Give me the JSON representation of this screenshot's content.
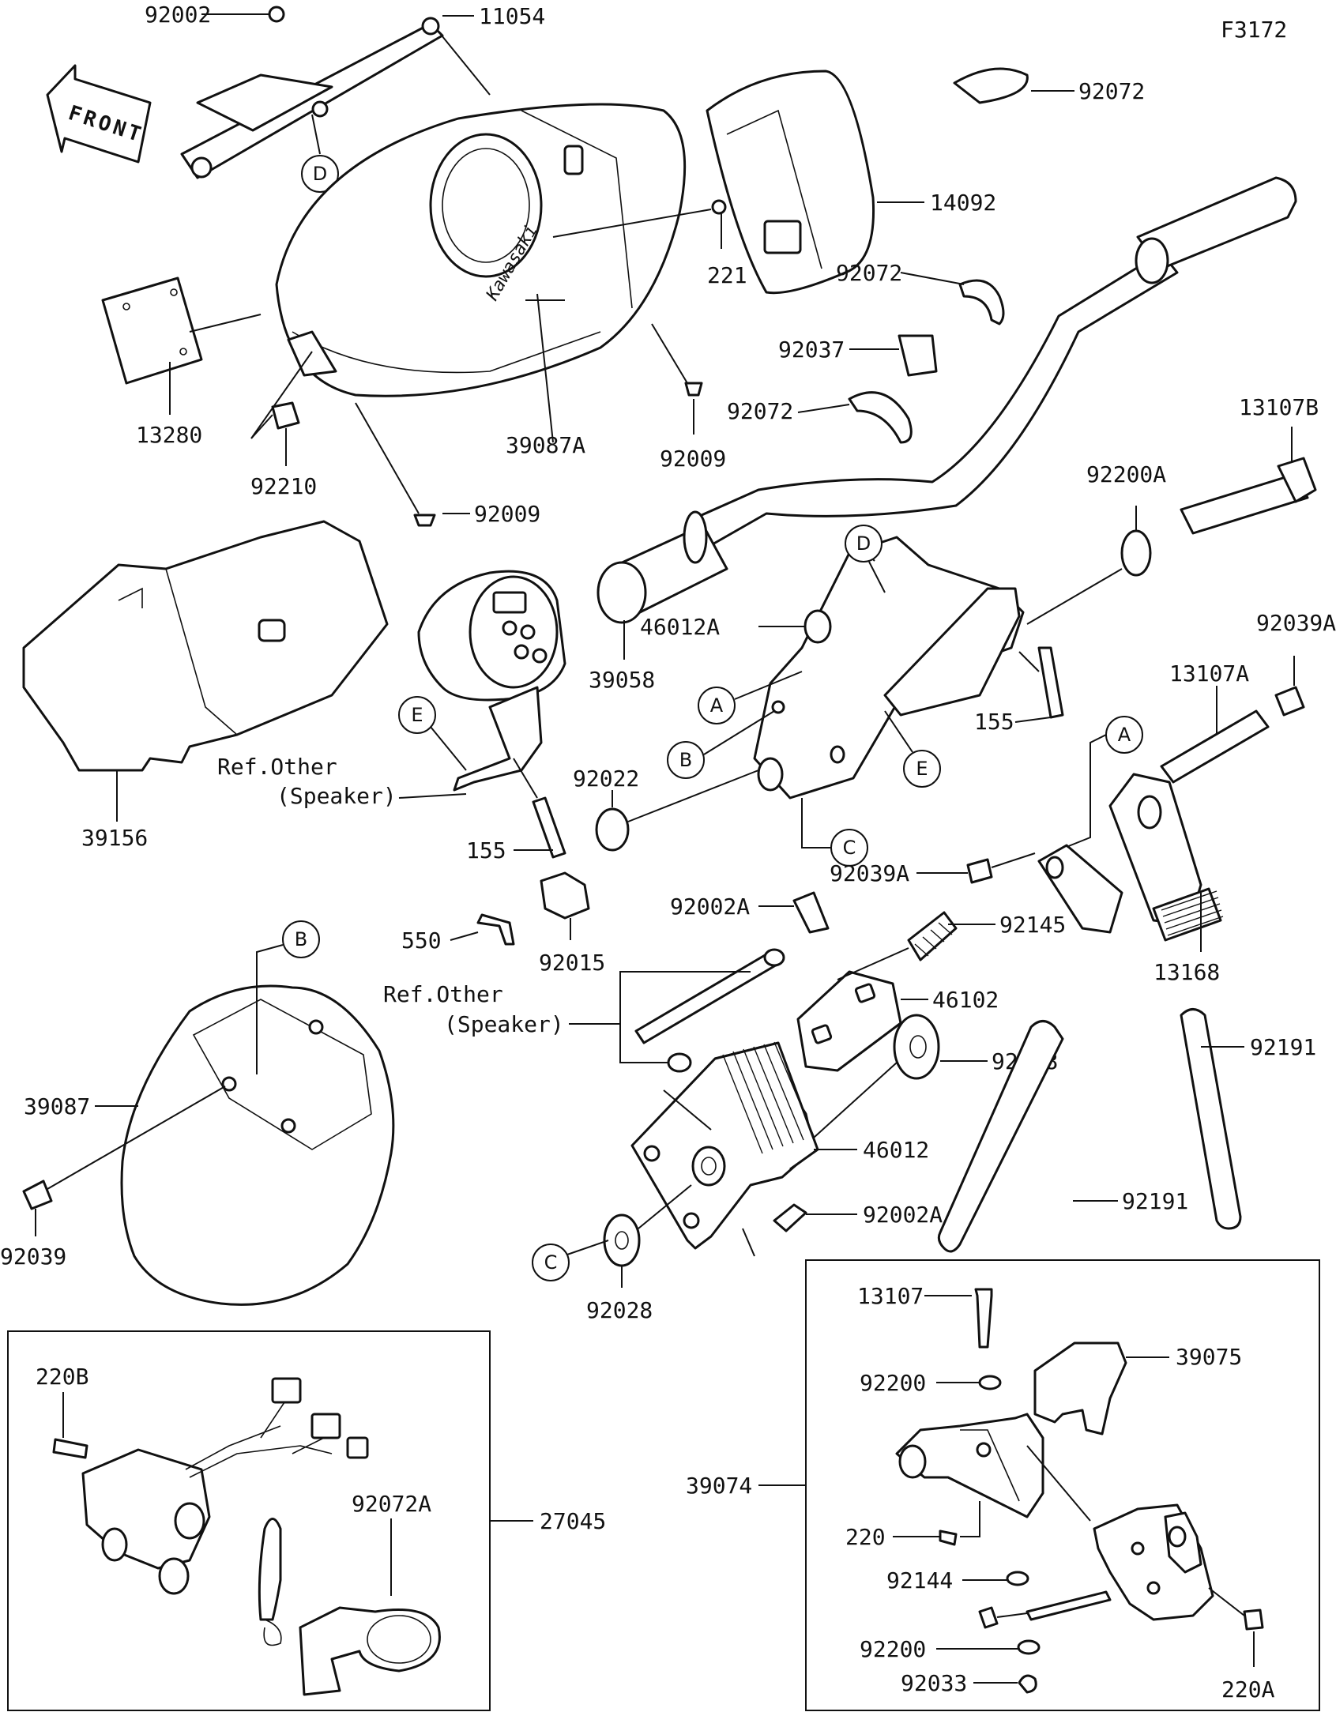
{
  "figure_code": "F3172",
  "front_label": "FRONT",
  "parts": {
    "p92002": "92002",
    "p11054": "11054",
    "p92072_top": "92072",
    "p14092": "14092",
    "p221": "221",
    "p92072_mid": "92072",
    "p92037": "92037",
    "p13280": "13280",
    "p92072_low": "92072",
    "p13107B": "13107B",
    "p39087A": "39087A",
    "p92009_a": "92009",
    "p92210": "92210",
    "p92009_b": "92009",
    "p92200A": "92200A",
    "p46012A": "46012A",
    "p39058": "39058",
    "p92039A_top": "92039A",
    "p13107A": "13107A",
    "p155_right": "155",
    "p39156": "39156",
    "p92022": "92022",
    "p155_left": "155",
    "p92039A_mid": "92039A",
    "p92002A_top": "92002A",
    "p92145": "92145",
    "p550": "550",
    "p92015": "92015",
    "p13168": "13168",
    "p46102": "46102",
    "p39087": "39087",
    "p92028_right": "92028",
    "p92191_top": "92191",
    "p46012": "46012",
    "p92191_bottom": "92191",
    "p92039": "92039",
    "p92002A_bottom": "92002A",
    "p92028_bottom": "92028",
    "p220B": "220B",
    "p92072A": "92072A",
    "p27045": "27045",
    "p13107": "13107",
    "p39075": "39075",
    "p92200_top": "92200",
    "p39074": "39074",
    "p220": "220",
    "p92144": "92144",
    "p92200_bottom": "92200",
    "p92033": "92033",
    "p220A": "220A"
  },
  "refs": {
    "ref_other_1": "Ref.Other",
    "speaker_1": "(Speaker)",
    "ref_other_2": "Ref.Other",
    "speaker_2": "(Speaker)"
  },
  "callouts": {
    "d_top": "D",
    "d_mid": "D",
    "a_left": "A",
    "b_left": "B",
    "c_mid": "C",
    "e_mid": "E",
    "e_left": "E",
    "a_right": "A",
    "b_low": "B",
    "c_low": "C"
  }
}
